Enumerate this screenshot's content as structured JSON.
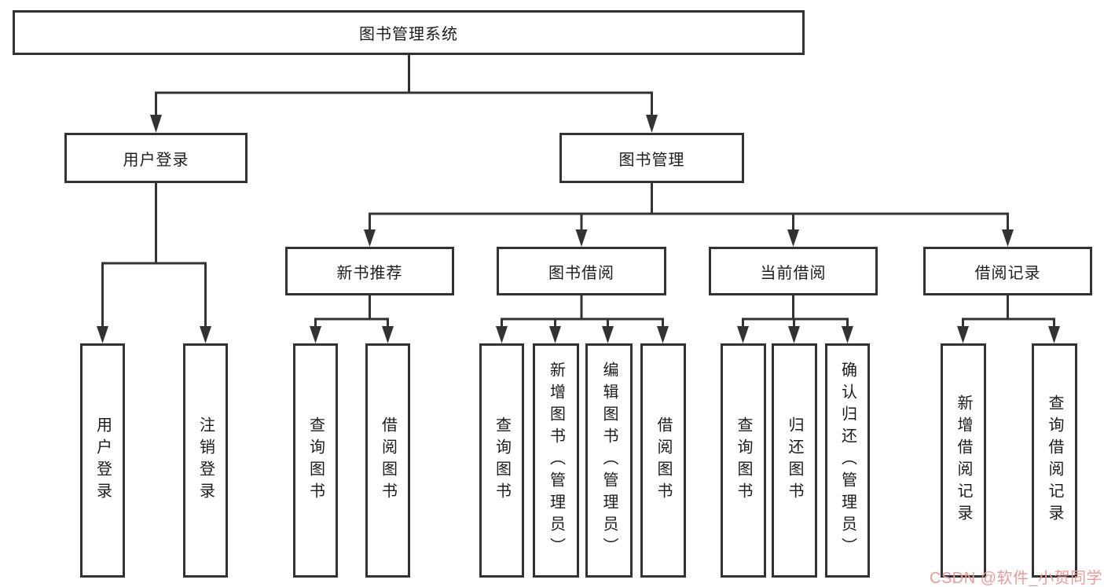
{
  "tree": {
    "root": {
      "label": "图书管理系统"
    },
    "branches": [
      {
        "label": "用户登录",
        "children": [
          {
            "label": "用户登录"
          },
          {
            "label": "注销登录"
          }
        ]
      },
      {
        "label": "图书管理",
        "children": [
          {
            "label": "新书推荐",
            "children": [
              {
                "label": "查询图书"
              },
              {
                "label": "借阅图书"
              }
            ]
          },
          {
            "label": "图书借阅",
            "children": [
              {
                "label": "查询图书"
              },
              {
                "label": "新增图书（管理员）"
              },
              {
                "label": "编辑图书（管理员）"
              },
              {
                "label": "借阅图书"
              }
            ]
          },
          {
            "label": "当前借阅",
            "children": [
              {
                "label": "查询图书"
              },
              {
                "label": "归还图书"
              },
              {
                "label": "确认归还（管理员）"
              }
            ]
          },
          {
            "label": "借阅记录",
            "children": [
              {
                "label": "新增借阅记录"
              },
              {
                "label": "查询借阅记录"
              }
            ]
          }
        ]
      }
    ]
  },
  "watermark": {
    "text": "CSDN @软件_小贺同学",
    "color": "#ef9a97"
  },
  "colors": {
    "line": "#333333",
    "box_border": "#333333",
    "text": "#1c1c1c",
    "background": "#ffffff"
  }
}
